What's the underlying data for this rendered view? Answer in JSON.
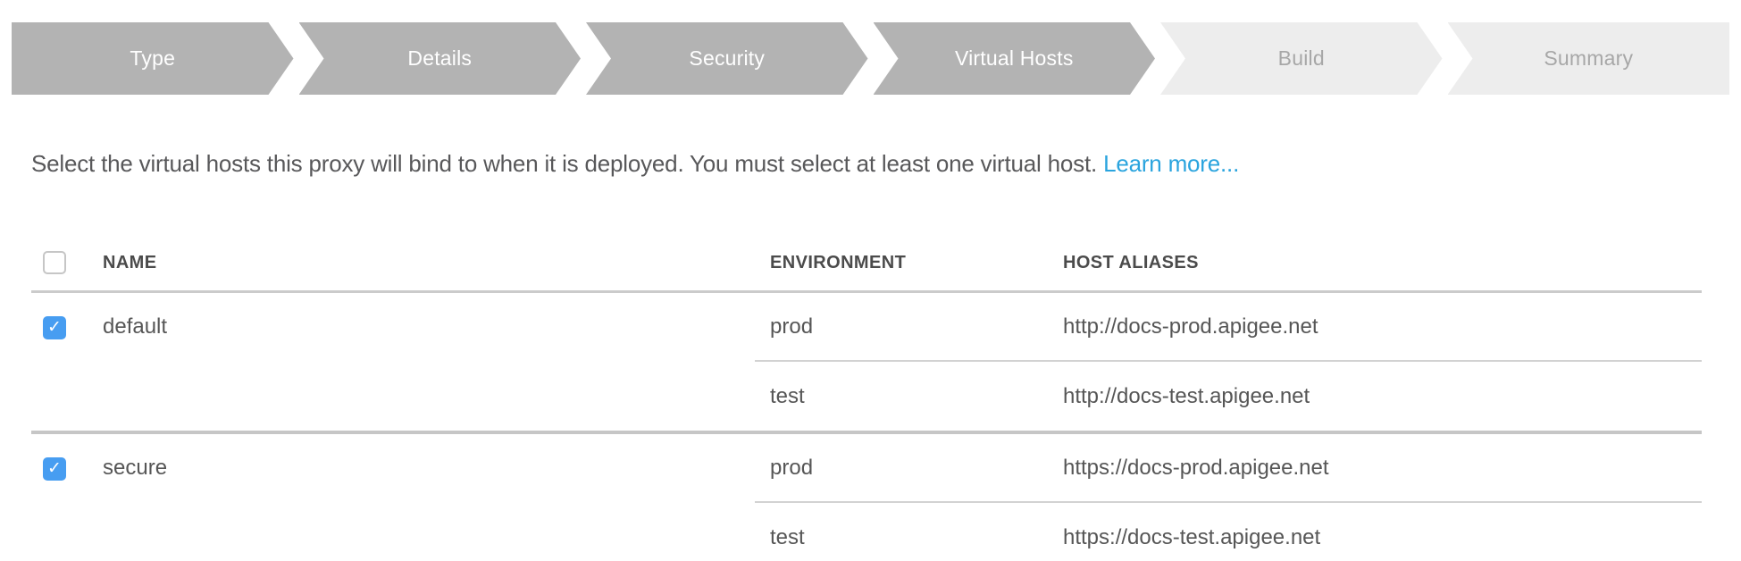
{
  "stepper": {
    "steps": [
      {
        "label": "Type",
        "state": "active"
      },
      {
        "label": "Details",
        "state": "active"
      },
      {
        "label": "Security",
        "state": "active"
      },
      {
        "label": "Virtual Hosts",
        "state": "active"
      },
      {
        "label": "Build",
        "state": "inactive"
      },
      {
        "label": "Summary",
        "state": "inactive"
      }
    ]
  },
  "description": {
    "text": "Select the virtual hosts this proxy will bind to when it is deployed. You must select at least one virtual host.",
    "link_label": "Learn more..."
  },
  "table": {
    "headers": {
      "name": "NAME",
      "environment": "ENVIRONMENT",
      "host_aliases": "HOST ALIASES"
    },
    "header_checkbox_checked": false,
    "rows": [
      {
        "name": "default",
        "checked": true,
        "environments": [
          {
            "environment": "prod",
            "host_alias": "http://docs-prod.apigee.net"
          },
          {
            "environment": "test",
            "host_alias": "http://docs-test.apigee.net"
          }
        ]
      },
      {
        "name": "secure",
        "checked": true,
        "environments": [
          {
            "environment": "prod",
            "host_alias": "https://docs-prod.apigee.net"
          },
          {
            "environment": "test",
            "host_alias": "https://docs-test.apigee.net"
          }
        ]
      }
    ]
  },
  "colors": {
    "step_active_bg": "#b3b3b3",
    "step_active_text": "#ffffff",
    "step_inactive_bg": "#ededed",
    "step_inactive_text": "#a7a7a7",
    "link": "#2aa4de",
    "checkbox_checked": "#479df1",
    "body_text": "#565656"
  }
}
